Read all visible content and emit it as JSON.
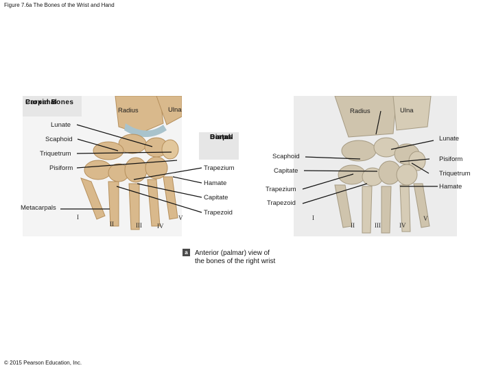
{
  "figure_title": "Figure 7.6a The Bones of the Wrist and Hand",
  "copyright": "© 2015 Pearson Education, Inc.",
  "left_view": {
    "group_proximal": [
      "Proximal",
      "Carpal Bones"
    ],
    "group_distal": [
      "Distal",
      "Carpal",
      "Bones"
    ],
    "radius": "Radius",
    "ulna": "Ulna",
    "lunate": "Lunate",
    "scaphoid": "Scaphoid",
    "triquetrum": "Triquetrum",
    "pisiform": "Pisiform",
    "trapezium": "Trapezium",
    "hamate": "Hamate",
    "capitate": "Capitate",
    "trapezoid": "Trapezoid",
    "metacarpals": "Metacarpals",
    "numerals": [
      "I",
      "II",
      "III",
      "IV",
      "V"
    ]
  },
  "right_view": {
    "radius": "Radius",
    "ulna": "Ulna",
    "lunate": "Lunate",
    "pisiform": "Pisiform",
    "triquetrum": "Triquetrum",
    "hamate": "Hamate",
    "scaphoid": "Scaphoid",
    "capitate": "Capitate",
    "trapezium": "Trapezium",
    "trapezoid": "Trapezoid",
    "numerals": [
      "I",
      "II",
      "III",
      "IV",
      "V"
    ]
  },
  "caption_badge": "a",
  "caption": "Anterior (palmar) view of\nthe bones of the right wrist",
  "colors": {
    "bone": "#d9b98c",
    "bone_shadow": "#b58f5c",
    "cartilage": "#a9c3cc",
    "photo_bone": "#cfc4ad",
    "leader": "#111111"
  }
}
